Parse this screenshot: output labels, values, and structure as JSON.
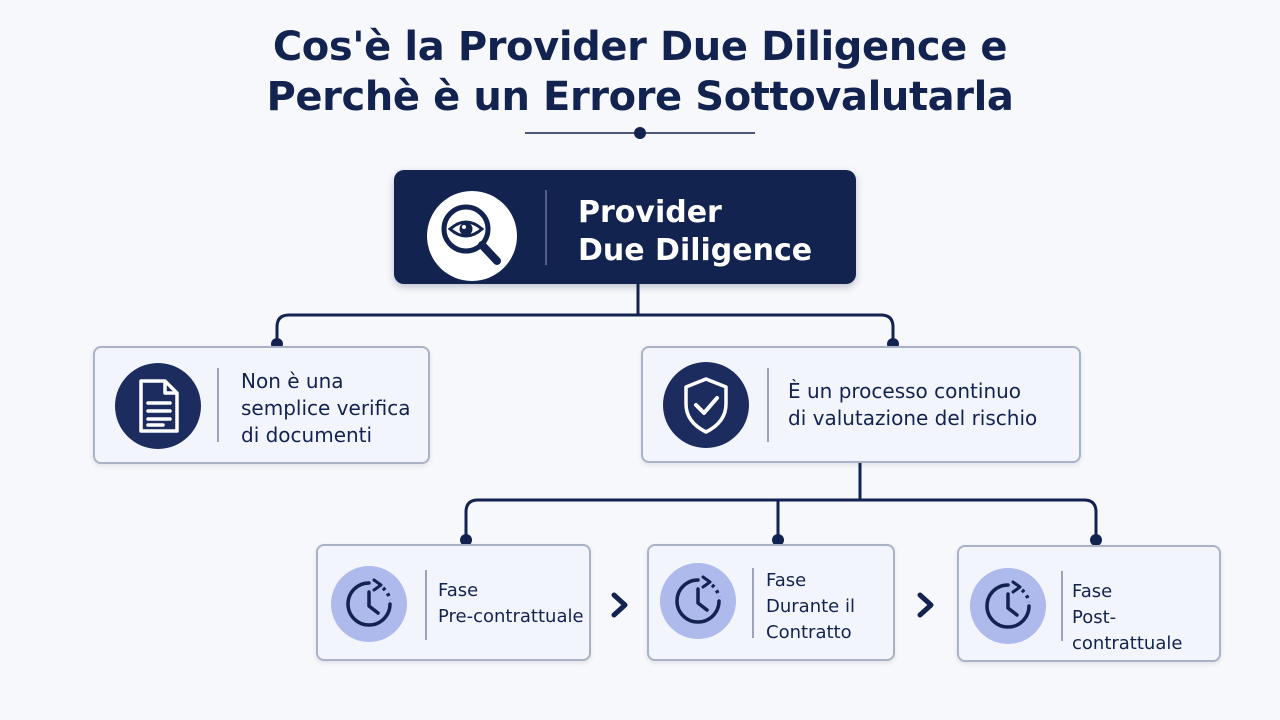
{
  "title": {
    "line1": "Cos'è la Provider Due Diligence e",
    "line2": "Perchè è un Errore Sottovalutarla"
  },
  "root": {
    "label_line1": "Provider",
    "label_line2": "Due Diligence",
    "icon": "magnifier-eye-icon"
  },
  "left_node": {
    "lines": [
      "Non è una",
      "semplice verifica",
      "di documenti"
    ],
    "icon": "document-icon"
  },
  "right_node": {
    "lines": [
      "È un processo continuo",
      "di valutazione del rischio"
    ],
    "icon": "shield-check-icon"
  },
  "phases": [
    {
      "lines": [
        "Fase",
        "Pre-contrattuale"
      ],
      "icon": "clock-icon"
    },
    {
      "lines": [
        "Fase",
        "Durante il",
        "Contratto"
      ],
      "icon": "clock-icon"
    },
    {
      "lines": [
        "Fase",
        "Post-contrattuale"
      ],
      "icon": "clock-icon"
    }
  ],
  "colors": {
    "navy": "#132350",
    "box_fill": "#f2f5fc",
    "box_border": "#aab2c6",
    "phase_icon_bg": "#aeb9ec",
    "background": "#f7f8fb"
  }
}
